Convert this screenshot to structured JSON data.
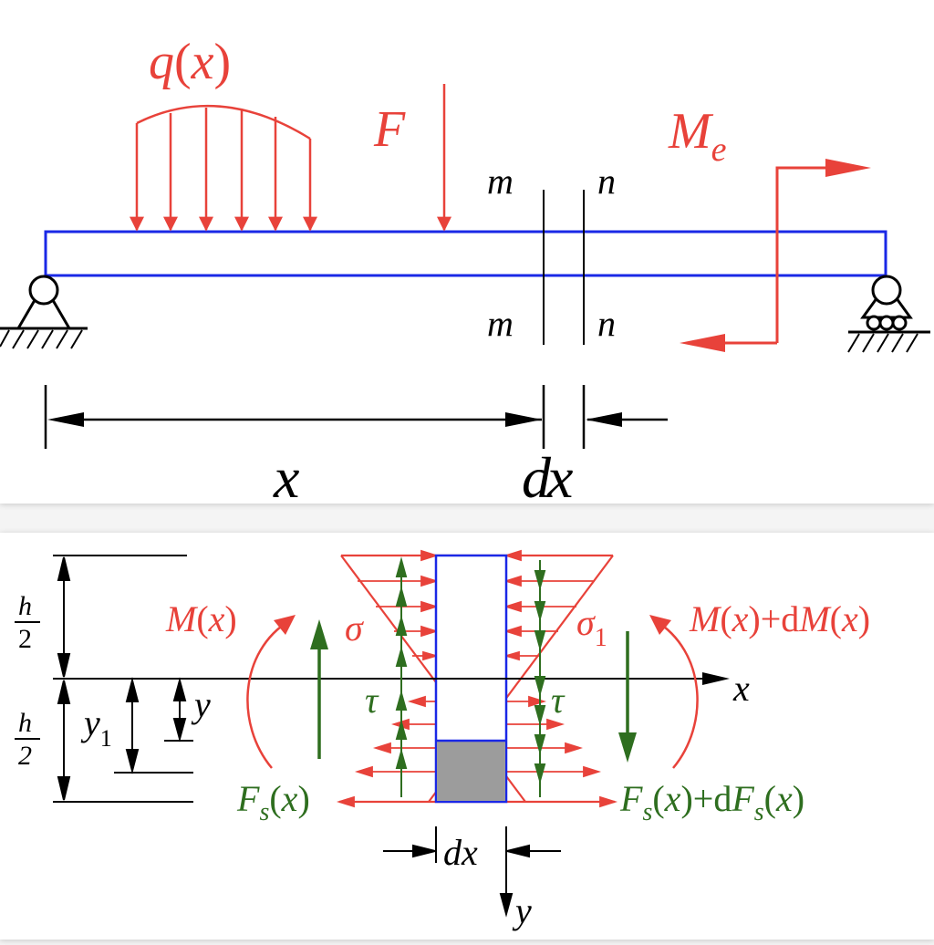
{
  "colors": {
    "red": "#e8423a",
    "blue": "#1a28e6",
    "green": "#2e6e1f",
    "black": "#000000",
    "gray": "#9c9c9c"
  },
  "top": {
    "load_q": {
      "letter": "q",
      "paren_open": "(",
      "arg": "x",
      "paren_close": ")"
    },
    "force_f": "F",
    "moment_me": {
      "letter": "M",
      "sub": "e"
    },
    "section_m_top": "m",
    "section_m_bottom": "m",
    "section_n_top": "n",
    "section_n_bottom": "n",
    "dim_x": "x",
    "dim_dx": "dx"
  },
  "bottom": {
    "h2_top": {
      "num": "h",
      "den": "2"
    },
    "h2_bottom": {
      "num": "h",
      "den": "2"
    },
    "dim_y": "y",
    "dim_y1": {
      "letter": "y",
      "sub": "1"
    },
    "moment_left": {
      "letter": "M",
      "paren_open": "(",
      "arg": "x",
      "paren_close": ")"
    },
    "moment_right": {
      "m1": "M",
      "p1": "(",
      "a1": "x",
      "p2": ")",
      "plus": "+d",
      "m2": "M",
      "p3": "(",
      "a2": "x",
      "p4": ")"
    },
    "sigma": "σ",
    "sigma1": {
      "letter": "σ",
      "sub": "1"
    },
    "tau_left": "τ",
    "tau_right": "τ",
    "axis_x": "x",
    "axis_y": "y",
    "shear_left": {
      "letter": "F",
      "sub": "s",
      "paren_open": "(",
      "arg": "x",
      "paren_close": ")"
    },
    "shear_right": {
      "f1": "F",
      "s1": "s",
      "p1": "(",
      "a1": "x",
      "p2": ")",
      "plus": "+d",
      "f2": "F",
      "s2": "s",
      "p3": "(",
      "a2": "x",
      "p4": ")"
    },
    "dim_dx": "dx"
  }
}
